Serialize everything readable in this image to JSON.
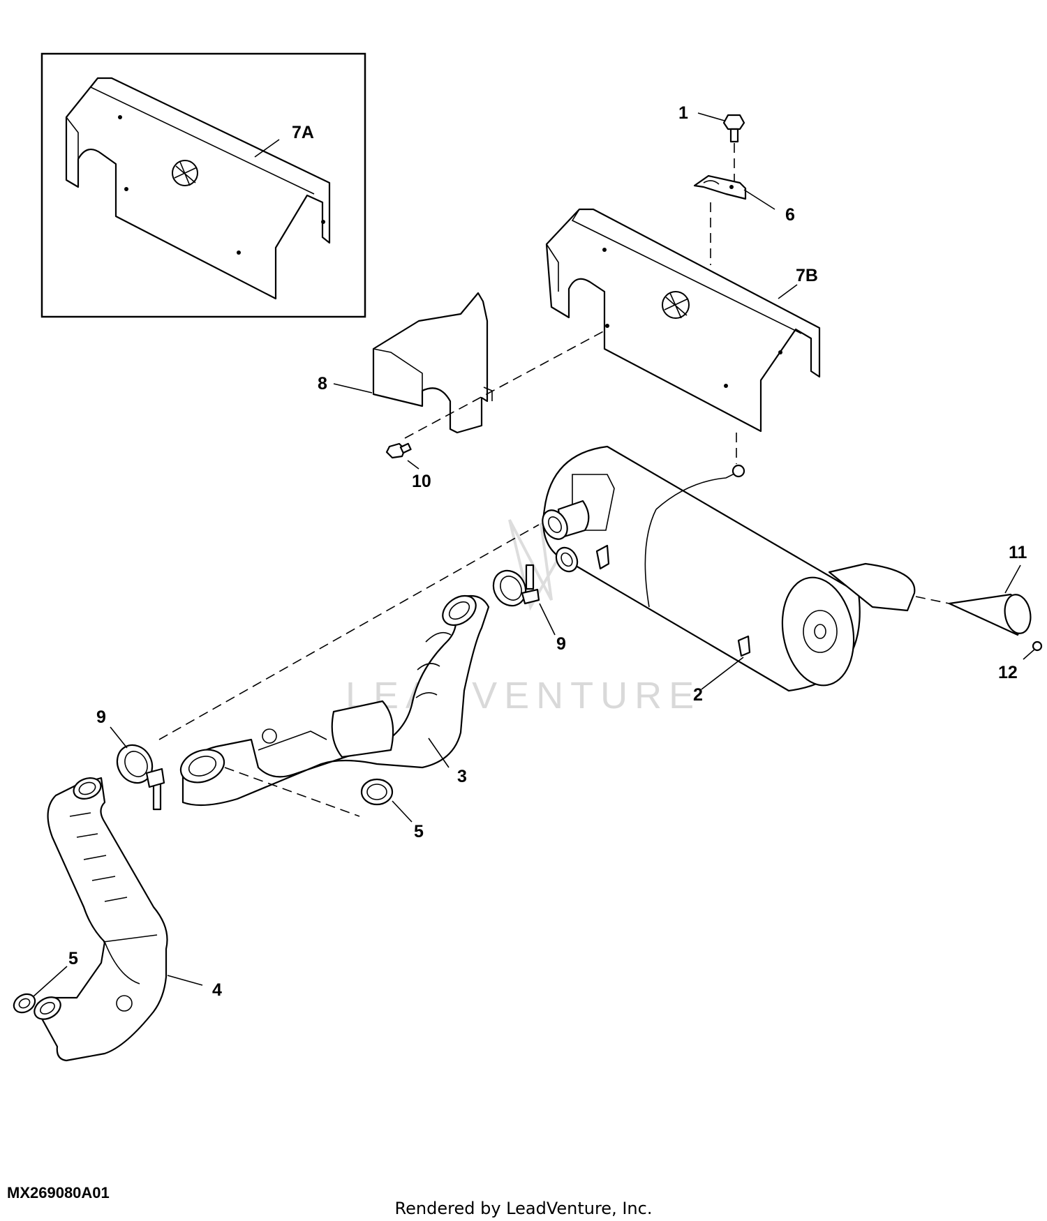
{
  "watermark": "LEADVENTURE",
  "callouts": {
    "c1": "1",
    "c2": "2",
    "c3": "3",
    "c4": "4",
    "c5a": "5",
    "c5b": "5",
    "c6": "6",
    "c7a": "7A",
    "c7b": "7B",
    "c8": "8",
    "c9a": "9",
    "c9b": "9",
    "c10": "10",
    "c11": "11",
    "c12": "12"
  },
  "footer": {
    "drawing_id": "MX269080A01",
    "rendered_by": "Rendered by LeadVenture, Inc."
  }
}
